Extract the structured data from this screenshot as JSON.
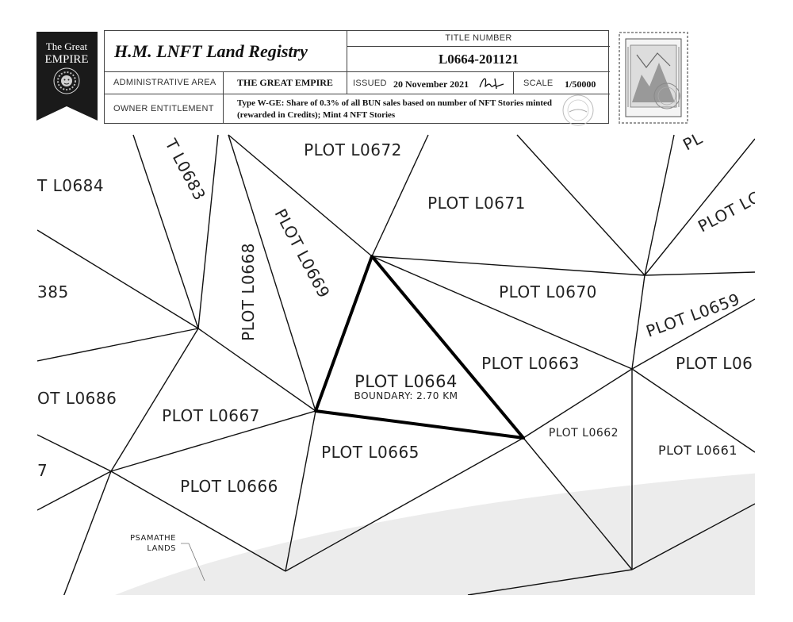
{
  "registry": {
    "emblem_small": "The Great",
    "emblem_big": "EMPIRE",
    "title": "H.M. LNFT Land Registry",
    "title_number_label": "TITLE NUMBER",
    "title_number": "L0664-201121",
    "admin_area_label": "ADMINISTRATIVE AREA",
    "admin_area": "THE GREAT EMPIRE",
    "issued_label": "ISSUED",
    "issued": "20 November 2021",
    "scale_label": "SCALE",
    "scale": "1/50000",
    "owner_label": "OWNER ENTITLEMENT",
    "owner_line1": "Type W-GE: Share of 0.3% of all BUN sales based on number of NFT Stories minted",
    "owner_line2": "(rewarded in Credits); Mint 4 NFT Stories"
  },
  "map": {
    "main_plot": "PLOT L0664",
    "boundary": "BOUNDARY: 2.70 KM",
    "region": "PSAMATHE",
    "region2": "LANDS",
    "plots": {
      "l0672": "PLOT L0672",
      "l0684": "T L0684",
      "l0683": "T L0683",
      "l0669": "PLOT L0669",
      "l0668": "PLOT L0668",
      "l0671": "PLOT L0671",
      "l0670": "PLOT L0670",
      "l0663": "PLOT L0663",
      "l0685": "385",
      "l0686": "OT L0686",
      "l0667": "PLOT L0667",
      "l0665": "PLOT L0665",
      "l0662": "PLOT L0662",
      "l0661": "PLOT L0661",
      "l0666": "PLOT L0666",
      "l0659": "PLOT L0659",
      "l06x": "PLOT L06",
      "l0687": "7",
      "top_right1": "PLOT LC",
      "top_right2": "PL"
    }
  }
}
